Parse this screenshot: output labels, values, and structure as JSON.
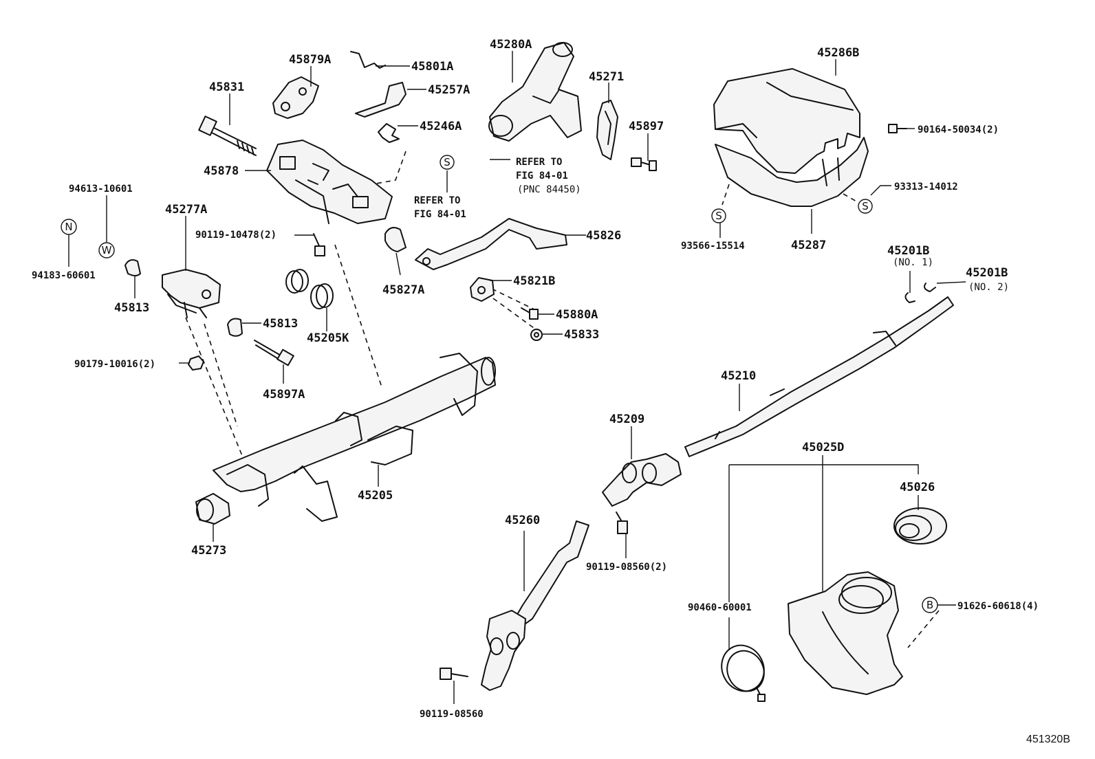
{
  "figure_code": "451320B",
  "labels": {
    "p45831": "45831",
    "p45879A": "45879A",
    "p45801A": "45801A",
    "p45257A": "45257A",
    "p45246A": "45246A",
    "p45280A": "45280A",
    "p45271": "45271",
    "p45897": "45897",
    "p45286B": "45286B",
    "p90164": "90164-50034(2)",
    "p93313": "93313-14012",
    "p45878": "45878",
    "p94613": "94613-10601",
    "p94183": "94183-60601",
    "p45277A": "45277A",
    "p90119_10478": "90119-10478(2)",
    "p45813a": "45813",
    "p45813b": "45813",
    "p45205K": "45205K",
    "p45827A": "45827A",
    "p45826": "45826",
    "p45821B": "45821B",
    "p45880A": "45880A",
    "p45833": "45833",
    "p93566": "93566-15514",
    "p45287": "45287",
    "p45201B_1": "45201B",
    "p45201B_2": "45201B",
    "p90179": "90179-10016(2)",
    "p45897A": "45897A",
    "p45210": "45210",
    "p45209": "45209",
    "p45205": "45205",
    "p45273": "45273",
    "p45025D": "45025D",
    "p45026": "45026",
    "p45260": "45260",
    "p90119_08560_2": "90119-08560(2)",
    "p90460": "90460-60001",
    "p91626": "91626-60618(4)",
    "p90119_08560": "90119-08560"
  },
  "notes": {
    "refer1_a": "REFER TO",
    "refer1_b": "FIG 84-01",
    "refer2_a": "REFER TO",
    "refer2_b": "FIG 84-01",
    "refer2_c": "(PNC 84450)",
    "no1": "(NO. 1)",
    "no2": "(NO. 2)"
  },
  "symbols": {
    "s1": "S",
    "s2": "S",
    "s3": "S",
    "n": "N",
    "w": "W",
    "b": "B"
  }
}
